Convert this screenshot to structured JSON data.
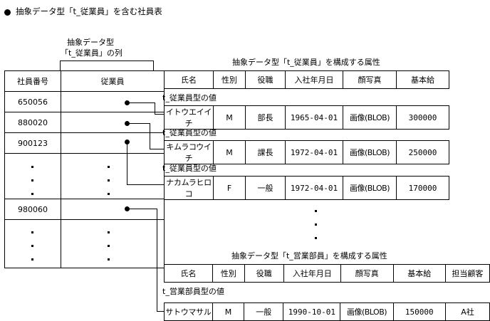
{
  "title": {
    "bullet": "filled-circle",
    "text": "抽象データ型「t_従業員」を含む社員表"
  },
  "left_table": {
    "bracket_caption_line1": "抽象データ型",
    "bracket_caption_line2": "「t_従業員」の列",
    "headers": [
      "社員番号",
      "従業員"
    ],
    "rows": [
      {
        "empno": "650056",
        "emp": "",
        "link": true
      },
      {
        "empno": "880020",
        "emp": "",
        "link": true
      },
      {
        "empno": "900123",
        "emp": "",
        "link": true
      },
      {
        "empno": "⋮",
        "emp": "⋮",
        "link": false
      },
      {
        "empno": "980060",
        "emp": "",
        "link": true
      },
      {
        "empno": "⋮",
        "emp": "⋮",
        "link": false
      }
    ]
  },
  "employee_type": {
    "caption": "抽象データ型「t_従業員」を構成する属性",
    "headers": [
      "氏名",
      "性別",
      "役職",
      "入社年月日",
      "顔写真",
      "基本給"
    ],
    "value_label": "t_従業員型の値",
    "rows": [
      {
        "name": "イトウエイイチ",
        "sex": "M",
        "post": "部長",
        "date": "1965-04-01",
        "photo": "画像(BLOB)",
        "salary": "300000"
      },
      {
        "name": "キムラコウイチ",
        "sex": "M",
        "post": "課長",
        "date": "1972-04-01",
        "photo": "画像(BLOB)",
        "salary": "250000"
      },
      {
        "name": "ナカムラヒロコ",
        "sex": "F",
        "post": "一般",
        "date": "1972-04-01",
        "photo": "画像(BLOB)",
        "salary": "170000"
      }
    ]
  },
  "sales_type": {
    "caption": "抽象データ型「t_営業部員」を構成する属性",
    "headers": [
      "氏名",
      "性別",
      "役職",
      "入社年月日",
      "顔写真",
      "基本給",
      "担当顧客"
    ],
    "value_label": "t_営業部員型の値",
    "rows": [
      {
        "name": "サトウマサル",
        "sex": "M",
        "post": "一般",
        "date": "1990-10-01",
        "photo": "画像(BLOB)",
        "salary": "150000",
        "customer": "A社"
      }
    ]
  },
  "colors": {
    "ink": "#000000",
    "paper": "#ffffff"
  }
}
